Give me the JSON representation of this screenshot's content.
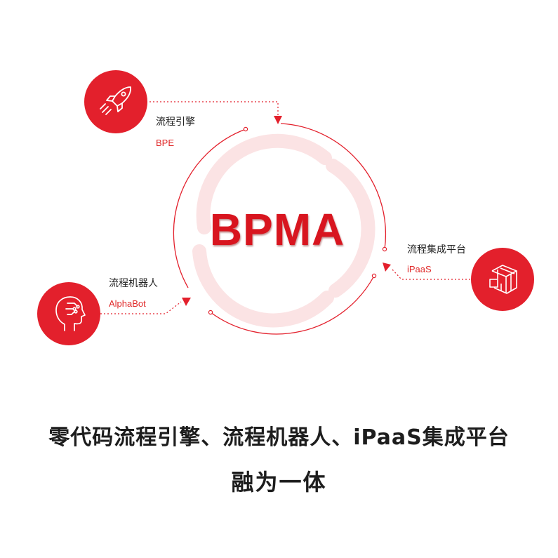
{
  "center": {
    "title": "BPMA"
  },
  "modules": [
    {
      "key": "bpe",
      "label": "流程引擎",
      "sub": "BPE",
      "icon": "rocket-icon"
    },
    {
      "key": "ipaas",
      "label": "流程集成平台",
      "sub": "iPaaS",
      "icon": "cube-icon"
    },
    {
      "key": "alphabot",
      "label": "流程机器人",
      "sub": "AlphaBot",
      "icon": "robot-head-icon"
    }
  ],
  "headline": {
    "line1": "零代码流程引擎、流程机器人、iPaaS集成平台",
    "line2": "融为一体"
  },
  "colors": {
    "accent": "#e3202c",
    "text": "#1d1d1d",
    "label": "#222222",
    "ring_tint": "#fbe3e4"
  }
}
